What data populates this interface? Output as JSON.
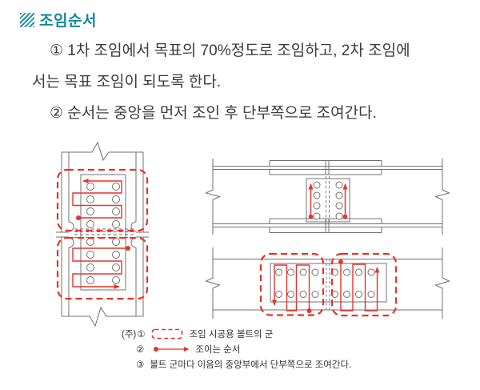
{
  "page": {
    "title": "조임순서",
    "items": [
      {
        "line1": "① 1차 조임에서 목표의 70%정도로 조임하고, 2차 조임에",
        "line2": "서는 목표 조임이 되도록 한다."
      },
      {
        "line1": "② 순서는 중앙을 먼저 조인 후 단부쪽으로 조여간다."
      }
    ]
  },
  "legend": {
    "prefix": "(주)",
    "entries": [
      {
        "num": "①",
        "symbol": "red-dashed-group-box",
        "text": "조임 시공용 볼트의 군"
      },
      {
        "num": "②",
        "symbol": "red-dot-arrow",
        "text": "조이는 순서"
      },
      {
        "num": "③",
        "symbol": "",
        "text": "볼트 군마다 이음의 중앙부에서 단부쪽으로 조여간다."
      }
    ]
  },
  "icons": {
    "header_icon": "diagonal-stripes-square"
  },
  "colors": {
    "accent_teal": "#17889a",
    "diagram_red": "#e63329",
    "diagram_gray": "#707070",
    "text": "#3c3c3c"
  }
}
